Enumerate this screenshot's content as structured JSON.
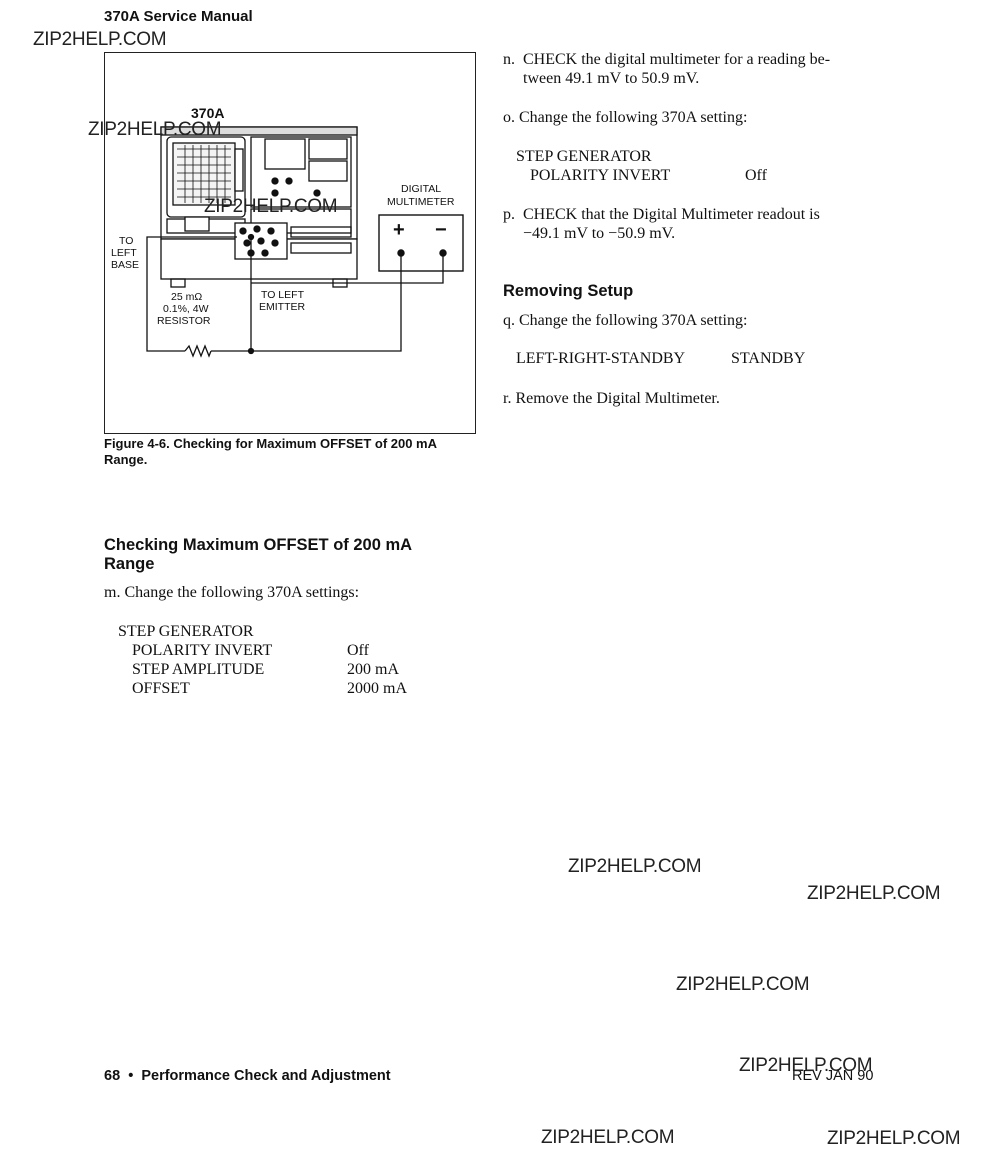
{
  "header": {
    "title": "370A Service Manual"
  },
  "watermarks": [
    "ZIP2HELP.COM",
    "ZIP2HELP.COM",
    "ZIP2HELP.COM",
    "ZIP2HELP.COM",
    "ZIP2HELP.COM",
    "ZIP2HELP.COM",
    "ZIP2HELP.COM",
    "ZIP2HELP.COM",
    "ZIP2HELP.COM"
  ],
  "figure": {
    "instrument_label": "370A",
    "dmm_label_1": "DIGITAL",
    "dmm_label_2": "MULTIMETER",
    "plus": "+",
    "minus": "−",
    "to_left_base_1": "TO",
    "to_left_base_2": "LEFT",
    "to_left_base_3": "BASE",
    "resistor_1": "25 mΩ",
    "resistor_2": "0.1%, 4W",
    "resistor_3": "RESISTOR",
    "emitter_1": "TO LEFT",
    "emitter_2": "EMITTER"
  },
  "caption": {
    "line1": "Figure 4-6.  Checking for Maximum OFFSET of 200 mA",
    "line2": "Range."
  },
  "left_section": {
    "heading_line1": "Checking Maximum OFFSET of 200 mA",
    "heading_line2": "Range",
    "step_m_label": "m.",
    "step_m_text": "Change the following 370A settings:",
    "group": "STEP GENERATOR",
    "rows": [
      {
        "name": "POLARITY INVERT",
        "value": "Off"
      },
      {
        "name": "STEP AMPLITUDE",
        "value": "200 mA"
      },
      {
        "name": "OFFSET",
        "value": "2000 mA"
      }
    ]
  },
  "right_section": {
    "step_n_label": "n.",
    "step_n_line1": "CHECK the digital multimeter for a reading be-",
    "step_n_line2": "tween 49.1 mV to 50.9 mV.",
    "step_o_label": "o.",
    "step_o_text": "Change the following 370A setting:",
    "o_group": "STEP GENERATOR",
    "o_row_name": "POLARITY INVERT",
    "o_row_value": "Off",
    "step_p_label": "p.",
    "step_p_line1": "CHECK that the Digital Multimeter readout is",
    "step_p_line2": "−49.1 mV to −50.9 mV.",
    "removing_heading": "Removing Setup",
    "step_q_label": "q.",
    "step_q_text": "Change the following 370A setting:",
    "q_row_name": "LEFT-RIGHT-STANDBY",
    "q_row_value": "STANDBY",
    "step_r_label": "r.",
    "step_r_text": "Remove the Digital Multimeter."
  },
  "footer": {
    "page_number": "68",
    "separator": "•",
    "section": "Performance Check and Adjustment",
    "revision": "REV JAN 90"
  }
}
